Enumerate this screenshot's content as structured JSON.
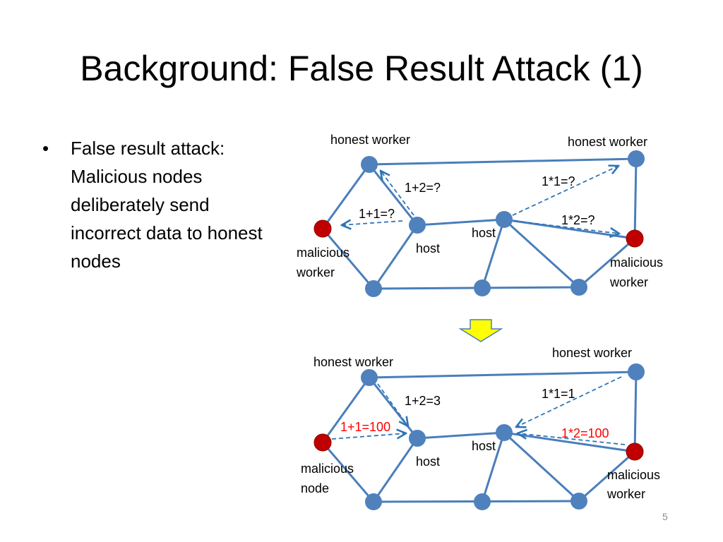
{
  "title": "Background: False Result Attack (1)",
  "bullets": [
    "False result attack: Malicious nodes deliberately send incorrect data to honest nodes"
  ],
  "bullet_symbol": "•",
  "page_number": "5",
  "colors": {
    "edge": "#4a7ebb",
    "honest_node": "#4f81bd",
    "malicious_node": "#c00000",
    "message_arrow": "#2e75b6",
    "false_result_text": "#ff0000",
    "transition_arrow": "#ffff00"
  },
  "top_diagram": {
    "labels": {
      "honest_worker_left": "honest worker",
      "honest_worker_right": "honest worker",
      "malicious_worker_left": [
        "malicious",
        "worker"
      ],
      "malicious_worker_right": [
        "malicious",
        "worker"
      ],
      "host_left": "host",
      "host_right": "host"
    },
    "messages": {
      "m1": "1+2=?",
      "m2": "1+1=?",
      "m3": "1*1=?",
      "m4": "1*2=?"
    }
  },
  "bottom_diagram": {
    "labels": {
      "honest_worker_left": "honest worker",
      "honest_worker_right": "honest worker",
      "malicious_node_left": [
        "malicious",
        "node"
      ],
      "malicious_worker_right": [
        "malicious",
        "worker"
      ],
      "host_left": "host",
      "host_right": "host"
    },
    "messages": {
      "m1": "1+2=3",
      "m2": "1+1=100",
      "m3": "1*1=1",
      "m4": "1*2=100"
    }
  }
}
